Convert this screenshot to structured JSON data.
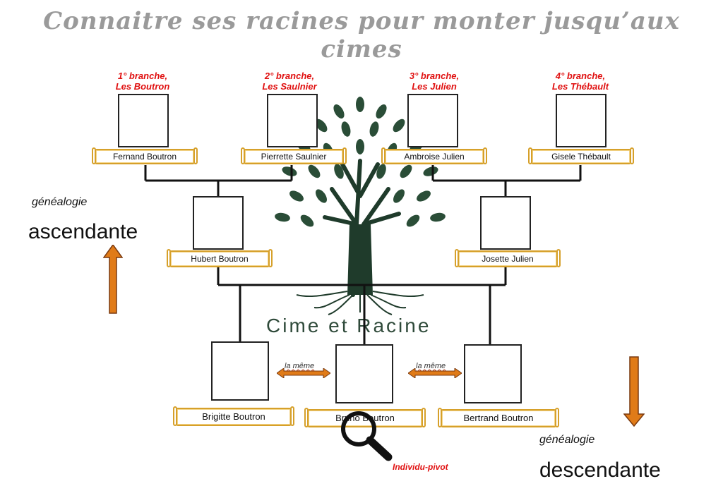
{
  "title": "Connaitre ses racines pour monter jusqu’aux cimes",
  "branches": [
    {
      "line1": "1° branche,",
      "line2": "Les Boutron"
    },
    {
      "line1": "2° branche,",
      "line2": "Les Saulnier"
    },
    {
      "line1": "3° branche,",
      "line2": "Les Julien"
    },
    {
      "line1": "4° branche,",
      "line2": "Les Thébault"
    }
  ],
  "grandparents": [
    "Fernand Boutron",
    "Pierrette Saulnier",
    "Ambroise Julien",
    "Gisele Thébault"
  ],
  "parents": [
    "Hubert Boutron",
    "Josette Julien"
  ],
  "children": [
    "Brigitte Boutron",
    "Bruno Boutron",
    "Bertrand Boutron"
  ],
  "same_label": "la même",
  "pivot_label": "Individu-pivot",
  "brand": "Cime et Racine",
  "ascendant": {
    "small": "généalogie",
    "big": "ascendante"
  },
  "descendant": {
    "small": "généalogie",
    "big": "descendante"
  },
  "colors": {
    "arrow": "#e07b18",
    "tree": "#1f3b2b",
    "branch_text": "#e01010",
    "scroll": "#d6a02a"
  },
  "icons": [
    "magnifier-icon",
    "tree-icon",
    "up-arrow-icon",
    "down-arrow-icon",
    "double-arrow-icon"
  ]
}
